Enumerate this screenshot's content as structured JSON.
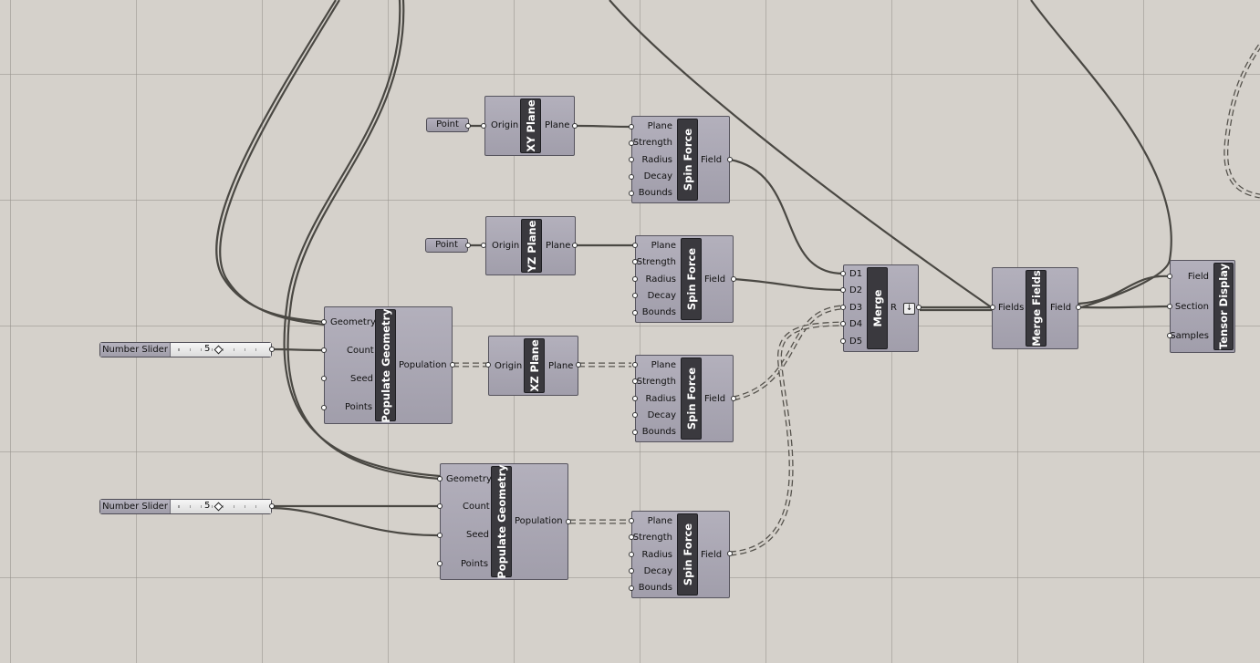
{
  "canvas": {
    "title": "Grasshopper canvas"
  },
  "points": {
    "p1": "Point",
    "p2": "Point"
  },
  "sliders": [
    {
      "label": "Number Slider",
      "value": "5"
    },
    {
      "label": "Number Slider",
      "value": "5"
    }
  ],
  "xy_plane": {
    "name": "XY Plane",
    "inputs": [
      "Origin"
    ],
    "outputs": [
      "Plane"
    ]
  },
  "yz_plane": {
    "name": "YZ Plane",
    "inputs": [
      "Origin"
    ],
    "outputs": [
      "Plane"
    ]
  },
  "xz_plane": {
    "name": "XZ Plane",
    "inputs": [
      "Origin"
    ],
    "outputs": [
      "Plane"
    ]
  },
  "spin_force": {
    "name": "Spin Force",
    "inputs": [
      "Plane",
      "Strength",
      "Radius",
      "Decay",
      "Bounds"
    ],
    "outputs": [
      "Field"
    ]
  },
  "populate_geometry": {
    "name": "Populate Geometry",
    "inputs": [
      "Geometry",
      "Count",
      "Seed",
      "Points"
    ],
    "outputs": [
      "Population"
    ]
  },
  "merge": {
    "name": "Merge",
    "inputs": [
      "D1",
      "D2",
      "D3",
      "D4",
      "D5"
    ],
    "outputs": [
      "R"
    ]
  },
  "merge_fields": {
    "name": "Merge Fields",
    "inputs": [
      "Fields"
    ],
    "outputs": [
      "Field"
    ]
  },
  "tensor_display": {
    "name": "Tensor Display",
    "inputs": [
      "Field",
      "Section",
      "Samples"
    ]
  },
  "colors": {
    "canvas": "#d5d1cb",
    "component": "#a9a6b3",
    "nickname": "#3a393e",
    "wire": "#4a4843"
  }
}
